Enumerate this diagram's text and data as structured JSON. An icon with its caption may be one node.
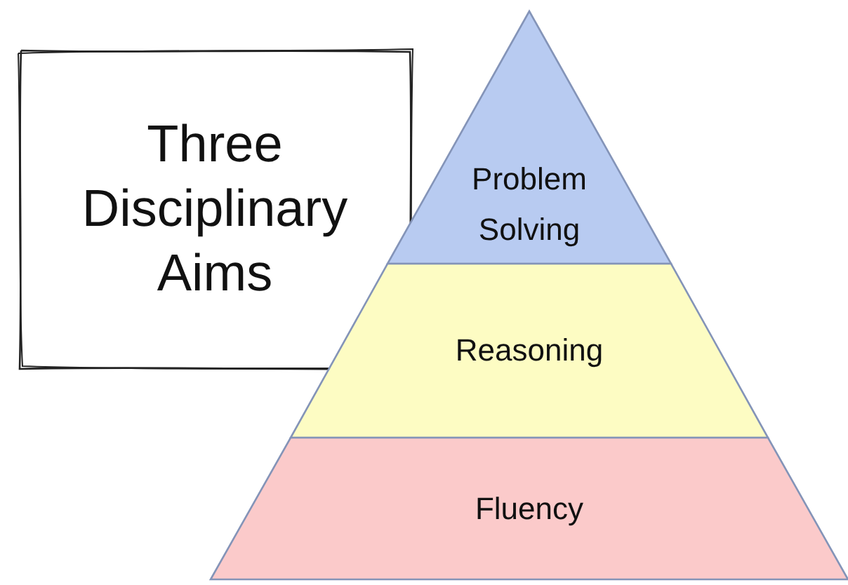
{
  "diagram": {
    "nodes": [
      {
        "text": [
          "Three Disciplinary Aims"
        ]
      },
      {
        "text": [
          "Problem Solving"
        ]
      },
      {
        "text": [
          "Reasoning"
        ]
      },
      {
        "text": [
          "Fluency"
        ]
      }
    ],
    "edges": []
  }
}
